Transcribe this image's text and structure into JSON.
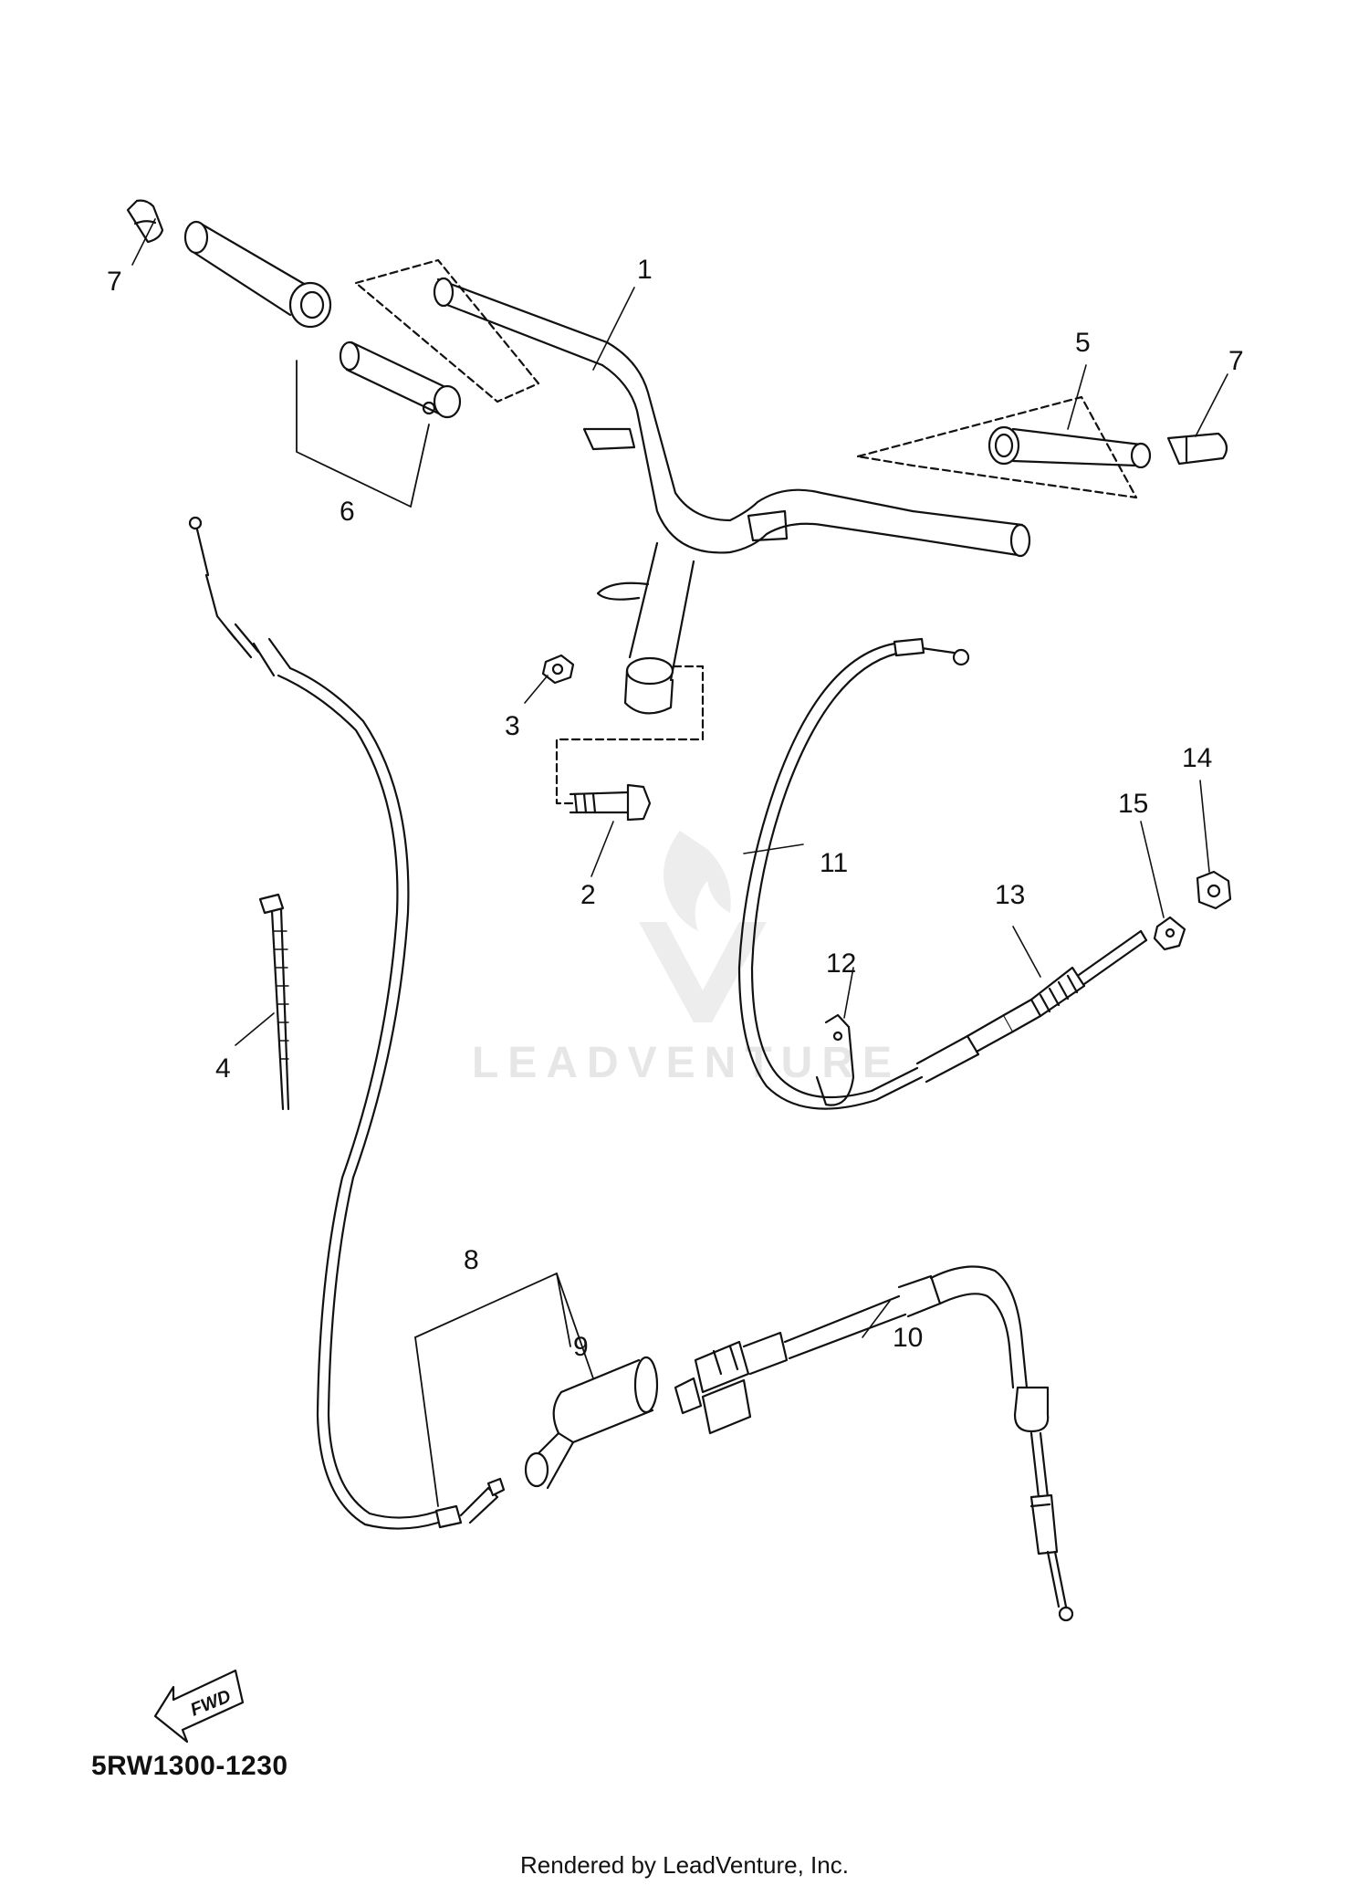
{
  "diagram": {
    "part_code": "5RW1300-1230",
    "footer": "Rendered by LeadVenture, Inc.",
    "watermark": "LEADVENTURE",
    "fwd_label": "FWD",
    "callouts": [
      "1",
      "2",
      "3",
      "4",
      "5",
      "6",
      "7",
      "7",
      "8",
      "9",
      "10",
      "11",
      "12",
      "13",
      "14",
      "15"
    ]
  }
}
